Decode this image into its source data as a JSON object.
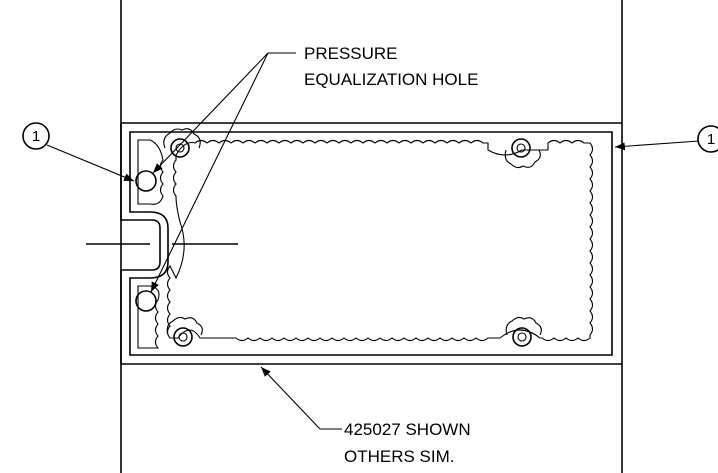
{
  "labels": {
    "pressure_line1": "PRESSURE",
    "pressure_line2": "EQUALIZATION HOLE",
    "shown_line1": "425027 SHOWN",
    "shown_line2": "OTHERS SIM."
  },
  "callouts": [
    {
      "id": "left",
      "number": "1"
    },
    {
      "id": "right",
      "number": "1"
    }
  ],
  "colors": {
    "stroke": "#000000",
    "background": "#ffffff"
  }
}
